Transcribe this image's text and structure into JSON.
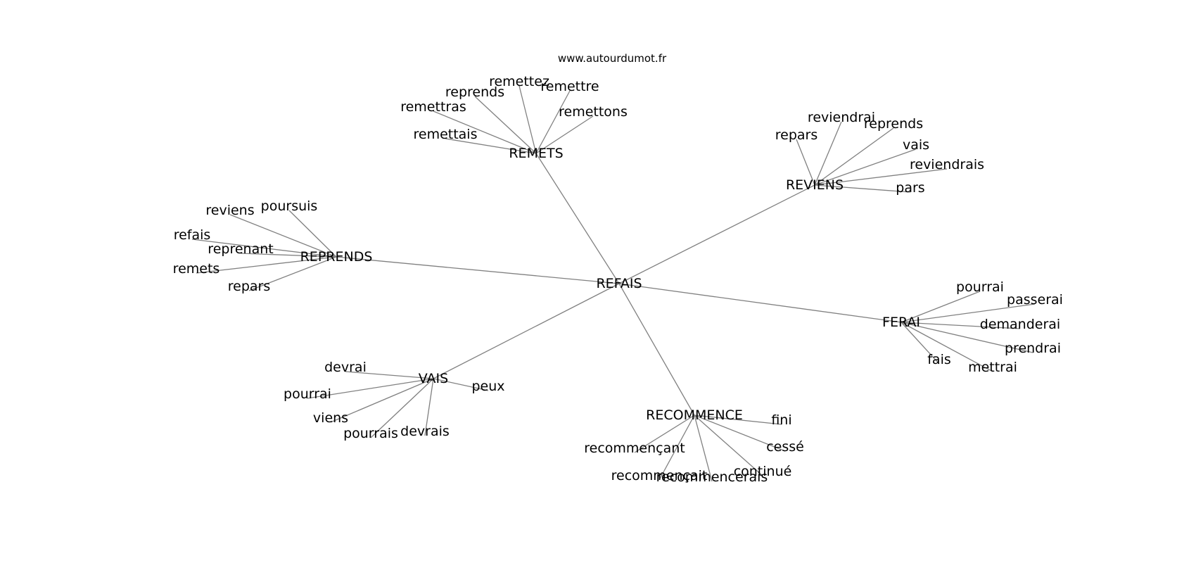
{
  "header": {
    "source": "www.autourdumot.fr"
  },
  "graph": {
    "center": "REFAIS",
    "clusters": [
      {
        "hub": "REMETS",
        "words": [
          "remettez",
          "remettre",
          "reprends",
          "remettras",
          "remettons",
          "remettais"
        ]
      },
      {
        "hub": "REVIENS",
        "words": [
          "reviendrai",
          "reprends",
          "repars",
          "vais",
          "reviendrais",
          "pars"
        ]
      },
      {
        "hub": "REPRENDS",
        "words": [
          "poursuis",
          "reviens",
          "refais",
          "reprenant",
          "remets",
          "repars"
        ]
      },
      {
        "hub": "FERAI",
        "words": [
          "pourrai",
          "passerai",
          "demanderai",
          "prendrai",
          "fais",
          "mettrai"
        ]
      },
      {
        "hub": "VAIS",
        "words": [
          "devrai",
          "peux",
          "pourrai",
          "viens",
          "pourrais",
          "devrais"
        ]
      },
      {
        "hub": "RECOMMENCE",
        "words": [
          "fini",
          "cessé",
          "recommençant",
          "continué",
          "recommençait",
          "recommencerais"
        ]
      }
    ]
  }
}
